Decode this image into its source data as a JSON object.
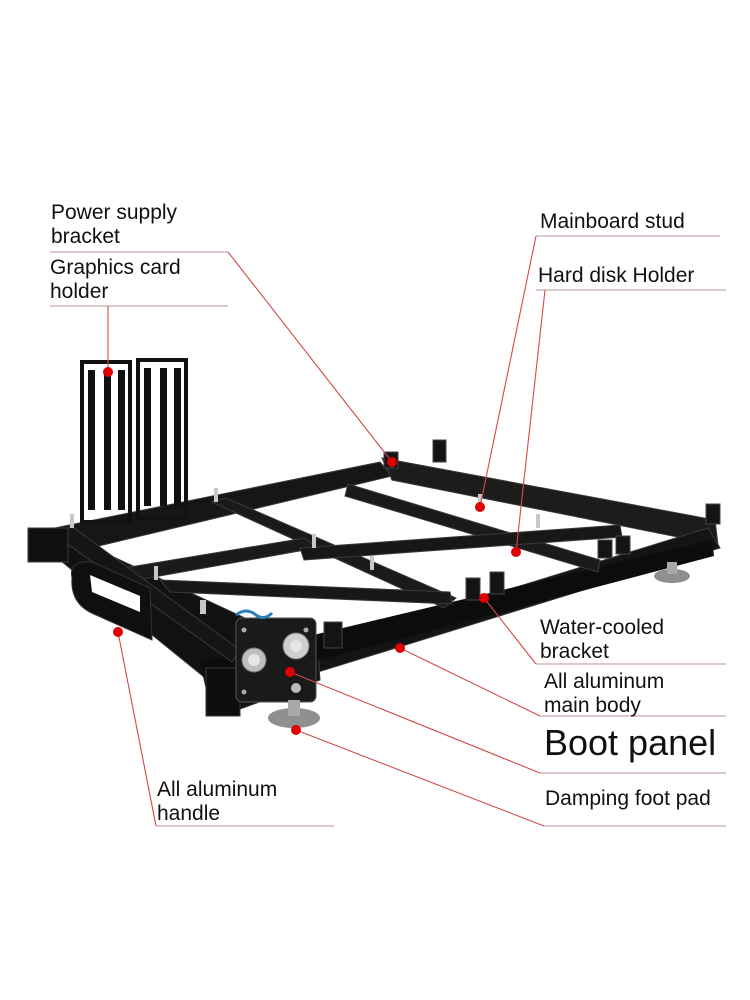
{
  "labels": {
    "power_supply_bracket": [
      "Power supply",
      "bracket"
    ],
    "graphics_card_holder": [
      "Graphics card",
      "holder"
    ],
    "mainboard_stud": "Mainboard stud",
    "hard_disk_holder": "Hard disk Holder",
    "water_cooled_bracket": [
      "Water-cooled",
      "bracket"
    ],
    "all_aluminum_main_body": [
      "All aluminum",
      "main body"
    ],
    "boot_panel": "Boot panel",
    "damping_foot_pad": "Damping foot pad",
    "all_aluminum_handle": [
      "All aluminum",
      "handle"
    ]
  },
  "colors": {
    "frame": "#161616",
    "frame_edge": "#3a3a3a",
    "marker": "#e00000",
    "leader": "#d04a4a",
    "underline": "#c9a7a7"
  }
}
